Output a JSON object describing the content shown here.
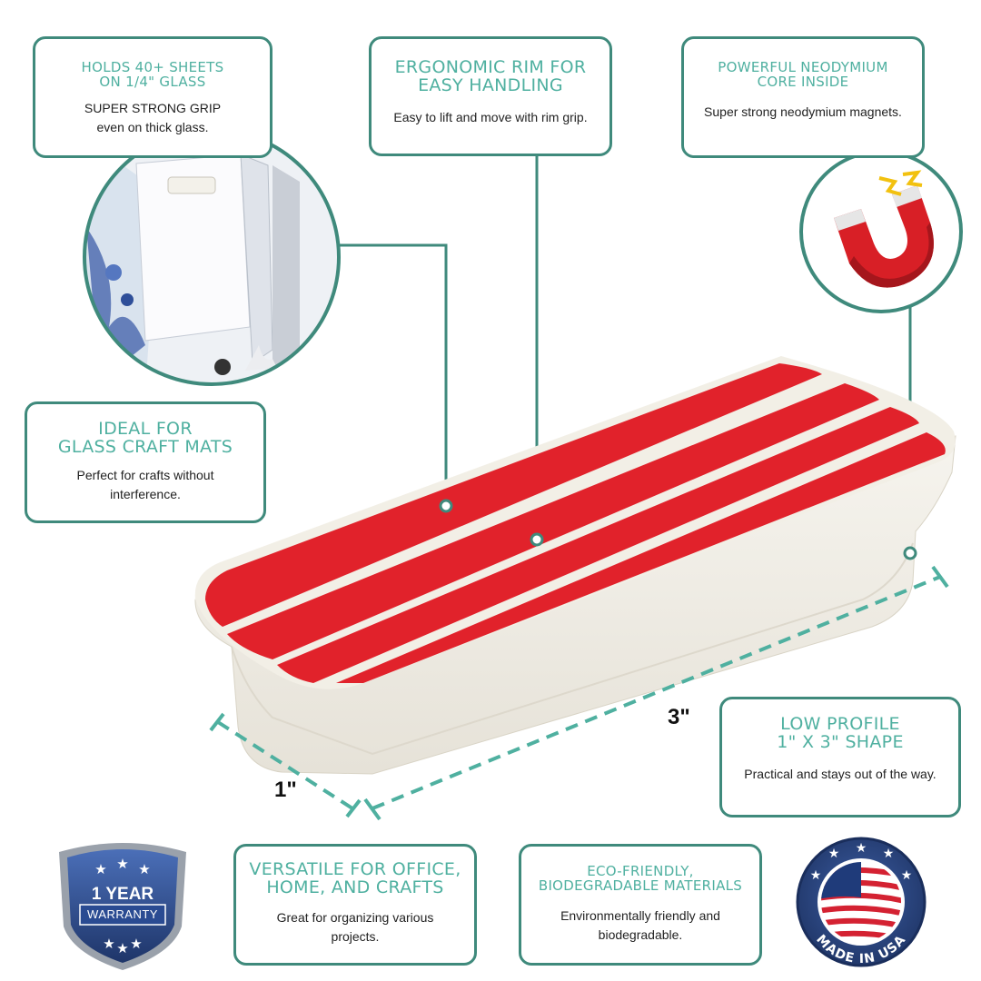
{
  "callouts": {
    "holds": {
      "title_l1": "HOLDS 40+ SHEETS",
      "title_l2": "ON 1/4\" GLASS",
      "body_l1": "SUPER STRONG GRIP",
      "body_l2": "even on thick glass."
    },
    "ergonomic": {
      "title_l1": "ERGONOMIC RIM FOR",
      "title_l2": "EASY HANDLING",
      "body": "Easy to lift and move with rim grip."
    },
    "neodymium": {
      "title_l1": "POWERFUL NEODYMIUM",
      "title_l2": "CORE INSIDE",
      "body": "Super strong neodymium magnets."
    },
    "ideal": {
      "title_l1": "IDEAL FOR",
      "title_l2": "GLASS CRAFT MATS",
      "body_l1": "Perfect for crafts without",
      "body_l2": "interference."
    },
    "low_profile": {
      "title_l1": "LOW PROFILE",
      "title_l2": "1\" X 3\" SHAPE",
      "body": "Practical and stays out of the way."
    },
    "versatile": {
      "title_l1": "VERSATILE FOR OFFICE,",
      "title_l2": "HOME, AND CRAFTS",
      "body_l1": "Great for organizing various",
      "body_l2": "projects."
    },
    "eco": {
      "title_l1": "ECO-FRIENDLY,",
      "title_l2": "BIODEGRADABLE MATERIALS",
      "body_l1": "Environmentally friendly and",
      "body_l2": "biodegradable."
    }
  },
  "dimensions": {
    "length": "3\"",
    "width": "1\""
  },
  "badges": {
    "warranty_l1": "1 YEAR",
    "warranty_l2": "WARRANTY",
    "made_in": "MADE IN USA"
  },
  "colors": {
    "accent": "#4fb0a0",
    "border": "#3f8a7c",
    "stripe_red": "#e1222b",
    "stripe_white": "#f2efe6",
    "badge_navy": "#233f7a"
  }
}
